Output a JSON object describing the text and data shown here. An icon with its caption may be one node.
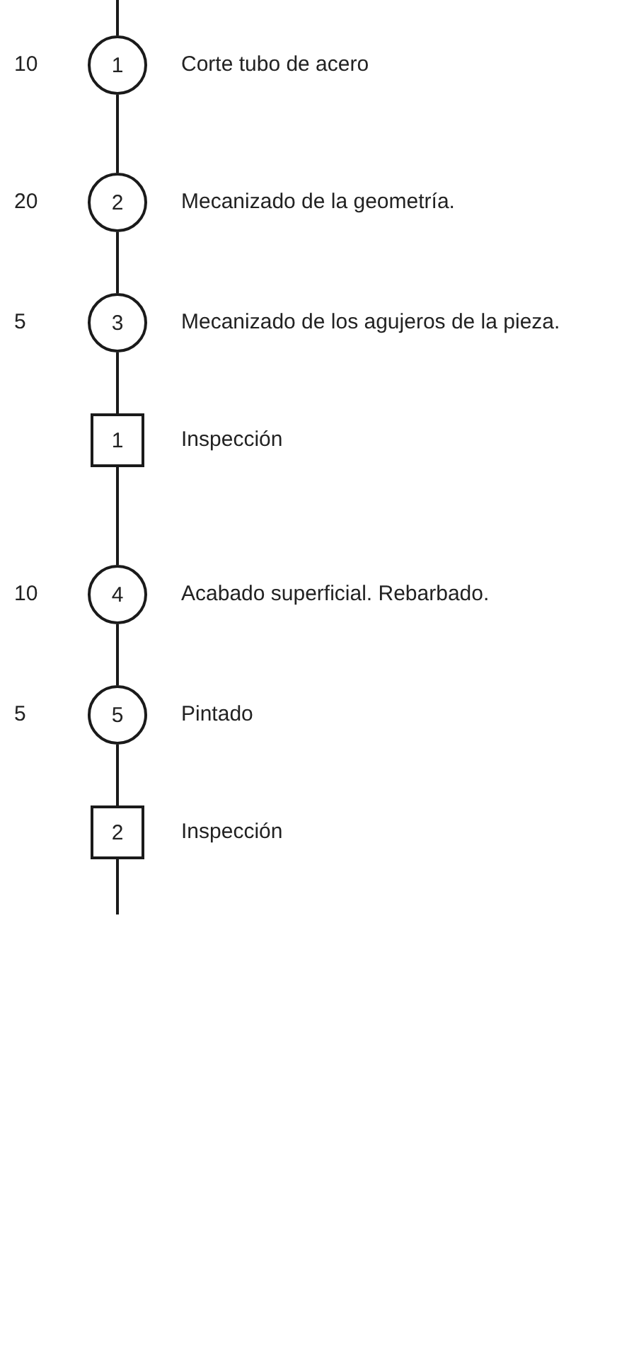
{
  "diagram": {
    "nodes": [
      {
        "text": [
          "1"
        ],
        "beside": [
          "10",
          "Corte tubo de acero"
        ]
      },
      {
        "text": [
          "2"
        ],
        "beside": [
          "20",
          "Mecanizado de la geometría."
        ]
      },
      {
        "text": [
          "3"
        ],
        "beside": [
          "5",
          "Mecanizado de los agujeros de la pieza."
        ]
      },
      {
        "text": [
          "1"
        ],
        "beside": [
          "Inspección"
        ]
      },
      {
        "text": [
          "4"
        ],
        "beside": [
          "10",
          "Acabado superficial. Rebarbado."
        ]
      },
      {
        "text": [
          "5"
        ],
        "beside": [
          "5",
          "Pintado"
        ]
      },
      {
        "text": [
          "2"
        ],
        "beside": [
          "Inspección"
        ]
      }
    ],
    "edges": [
      {
        "from": null,
        "to": 0,
        "arrow": "none"
      },
      {
        "from": 0,
        "to": 1,
        "arrow": "none"
      },
      {
        "from": 1,
        "to": 2,
        "arrow": "none"
      },
      {
        "from": 2,
        "to": 3,
        "arrow": "none"
      },
      {
        "from": 3,
        "to": 4,
        "arrow": "none"
      },
      {
        "from": 4,
        "to": 5,
        "arrow": "none"
      },
      {
        "from": 5,
        "to": 6,
        "arrow": "none"
      },
      {
        "from": 6,
        "to": null,
        "arrow": "none"
      }
    ]
  }
}
